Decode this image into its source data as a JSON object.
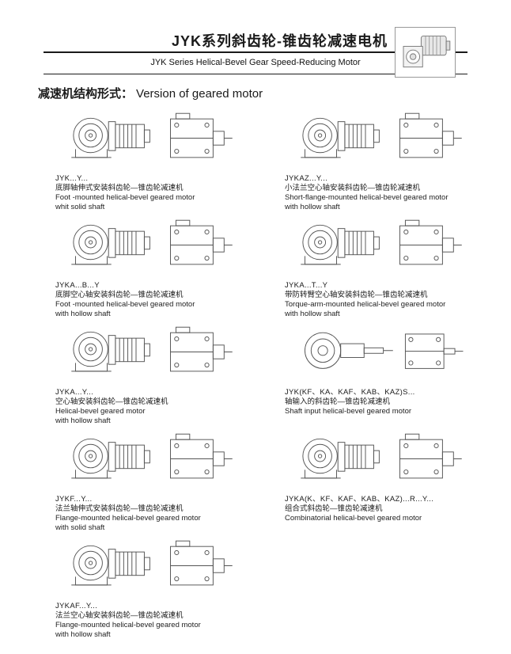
{
  "header": {
    "title": "JYK系列斜齿轮-锥齿轮减速电机",
    "subtitle": "JYK Series Helical-Bevel Gear Speed-Reducing Motor"
  },
  "section": {
    "heading_cn": "减速机结构形式：",
    "heading_en": "Version of geared motor"
  },
  "colors": {
    "ink": "#1a1a1a",
    "drawing_line": "#555555"
  },
  "grid": {
    "left": [
      {
        "code": "JYK...Y...",
        "desc_cn": "底脚轴伸式安装斜齿轮—锥齿轮减速机",
        "desc_en1": "Foot -mounted helical-bevel geared motor",
        "desc_en2": "whit solid shaft"
      },
      {
        "code": "JYKA...B...Y",
        "desc_cn": "底脚空心轴安装斜齿轮—锥齿轮减速机",
        "desc_en1": "Foot -mounted helical-bevel geared motor",
        "desc_en2": "with hollow shaft"
      },
      {
        "code": "JYKA...Y...",
        "desc_cn": "空心轴安装斜齿轮—锥齿轮减速机",
        "desc_en1": "Helical-bevel geared motor",
        "desc_en2": "with hollow shaft"
      },
      {
        "code": "JYKF...Y...",
        "desc_cn": "法兰轴伸式安装斜齿轮—锥齿轮减速机",
        "desc_en1": "Flange-mounted helical-bevel geared motor",
        "desc_en2": "with solid shaft"
      },
      {
        "code": "JYKAF...Y...",
        "desc_cn": "法兰空心轴安装斜齿轮—锥齿轮减速机",
        "desc_en1": "Flange-mounted helical-bevel geared motor",
        "desc_en2": "with hollow shaft"
      }
    ],
    "right": [
      {
        "code": "JYKAZ...Y...",
        "desc_cn": "小法兰空心轴安装斜齿轮—锥齿轮减速机",
        "desc_en1": "Short-flange-mounted helical-bevel geared motor",
        "desc_en2": "with hollow shaft"
      },
      {
        "code": "JYKA...T...Y",
        "desc_cn": "带防转臂空心轴安装斜齿轮—锥齿轮减速机",
        "desc_en1": "Torque-arm-mounted helical-bevel geared motor",
        "desc_en2": "with hollow shaft"
      },
      {
        "code": "JYK(KF、KA、KAF、KAB、KAZ)S...",
        "desc_cn": "轴输入的斜齿轮—锥齿轮减速机",
        "desc_en1": "Shaft input helical-bevel geared motor",
        "desc_en2": ""
      },
      {
        "code": "JYKA(K、KF、KAF、KAB、KAZ)...R...Y...",
        "desc_cn": "组合式斜齿轮—锥齿轮减速机",
        "desc_en1": "Combinatorial helical-bevel geared motor",
        "desc_en2": ""
      }
    ]
  }
}
